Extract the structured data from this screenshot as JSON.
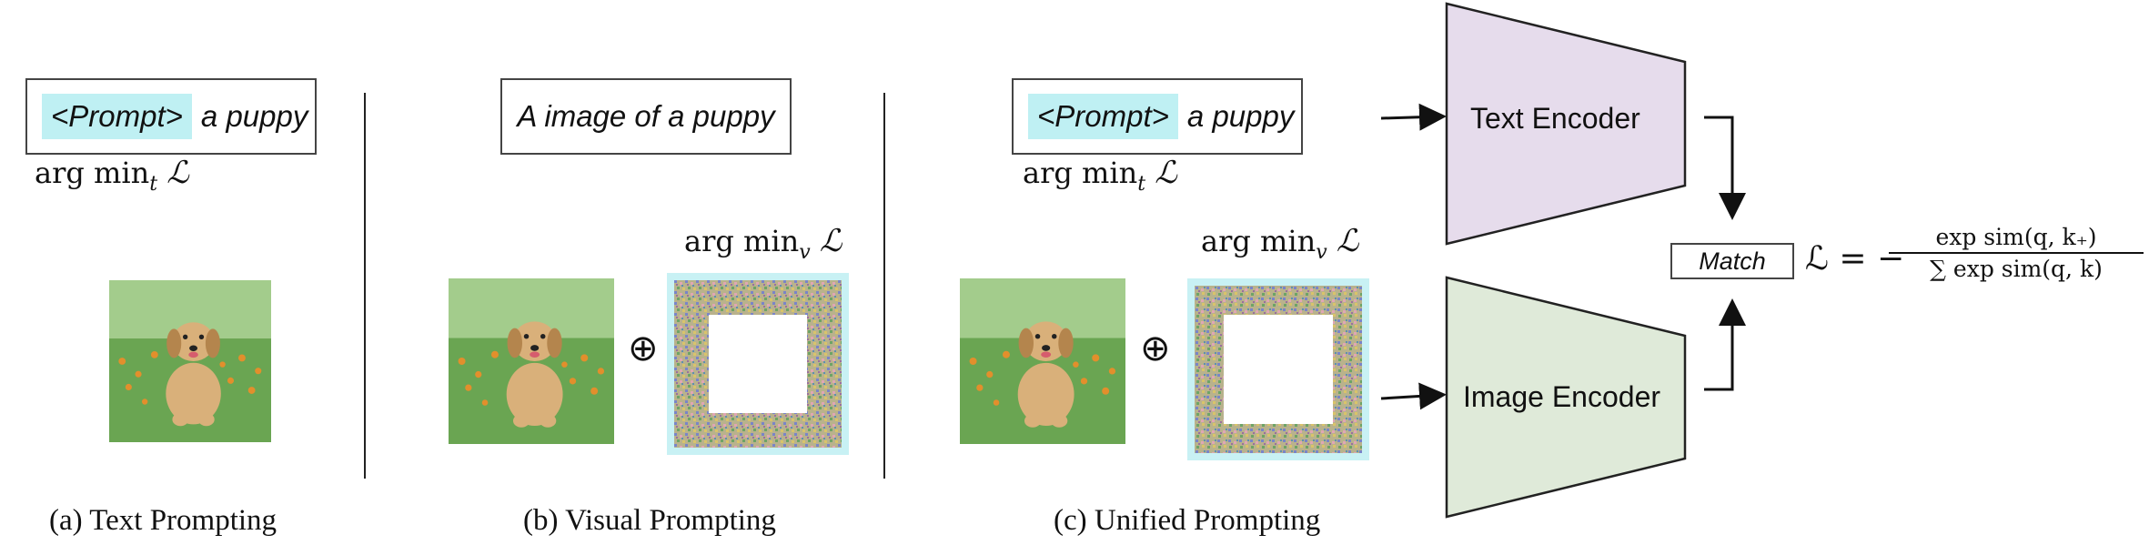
{
  "panel_a": {
    "prompt_tag": "<Prompt>",
    "prompt_rest": "a puppy",
    "opt_main": "arg min",
    "opt_sub": "t",
    "loss": "ℒ",
    "caption": "(a) Text Prompting"
  },
  "panel_b": {
    "fixed_prompt": "A image of a puppy",
    "opt_main": "arg min",
    "opt_sub": "v",
    "loss": "ℒ",
    "op": "⊕",
    "caption": "(b) Visual Prompting"
  },
  "panel_c": {
    "prompt_tag": "<Prompt>",
    "prompt_rest": "a puppy",
    "opt_text_main": "arg min",
    "opt_text_sub": "t",
    "opt_vis_main": "arg min",
    "opt_vis_sub": "v",
    "loss": "ℒ",
    "op": "⊕",
    "caption": "(c)  Unified Prompting"
  },
  "encoders": {
    "text_encoder": "Text Encoder",
    "image_encoder": "Image Encoder",
    "text_color": "#e6dcec",
    "image_color": "#dfead9"
  },
  "loss_formula": {
    "match": "Match",
    "lhs": "ℒ = −",
    "numerator": "exp sim(q, k₊)",
    "denominator": "∑ exp sim(q, k)"
  }
}
